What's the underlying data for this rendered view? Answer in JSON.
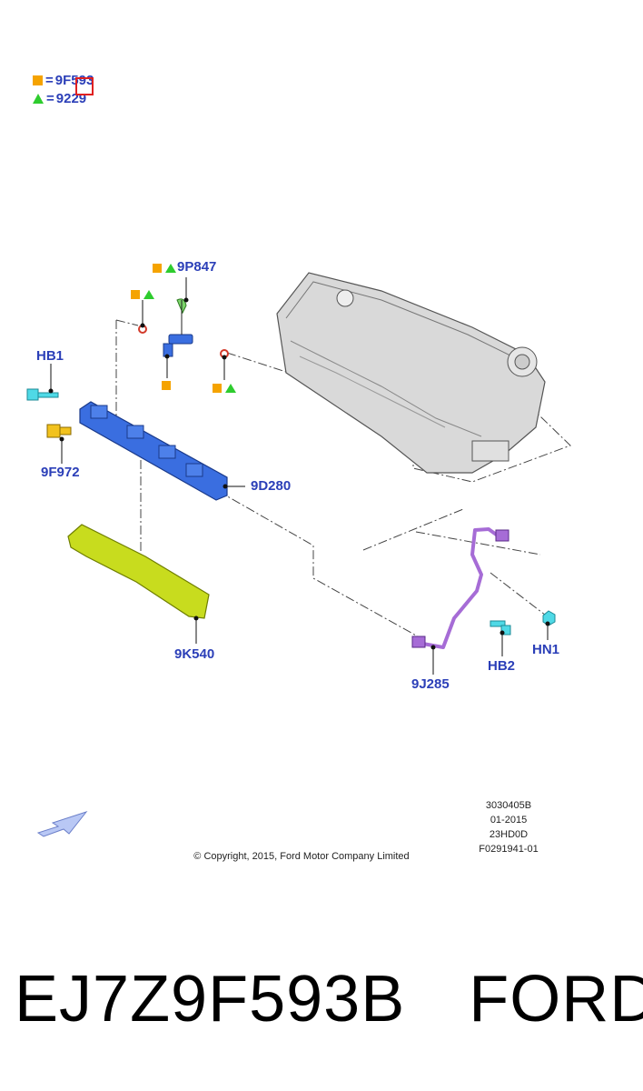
{
  "legend": [
    {
      "marker_icon": "orange-square-icon",
      "equals": "=",
      "code": "9F593"
    },
    {
      "marker_icon": "green-triangle-icon",
      "equals": "=",
      "code": "9229"
    }
  ],
  "callouts": {
    "top_part": "9P847",
    "hb1": "HB1",
    "f972": "9F972",
    "d280": "9D280",
    "k540": "9K540",
    "j285": "9J285",
    "hb2": "HB2",
    "hn1": "HN1"
  },
  "meta": {
    "illustration_no": "3030405B",
    "date": "01-2015",
    "engine_code": "23HD0D",
    "figure_id": "F0291941-01"
  },
  "copyright": "© Copyright, 2015, Ford Motor Company Limited",
  "caption": {
    "part_number": "EJ7Z9F593B",
    "brand": "FORD"
  },
  "colors": {
    "callout_blue": "#2b3fb8",
    "orange_marker": "#f5a300",
    "green_marker": "#2ecc2e",
    "fuel_rail_blue": "#3a6ee0",
    "heat_shield_yellow": "#c8dc1e",
    "pipe_purple": "#a66cd6",
    "bolt_cyan": "#4fd9e6",
    "highlight_red": "#e02020"
  }
}
